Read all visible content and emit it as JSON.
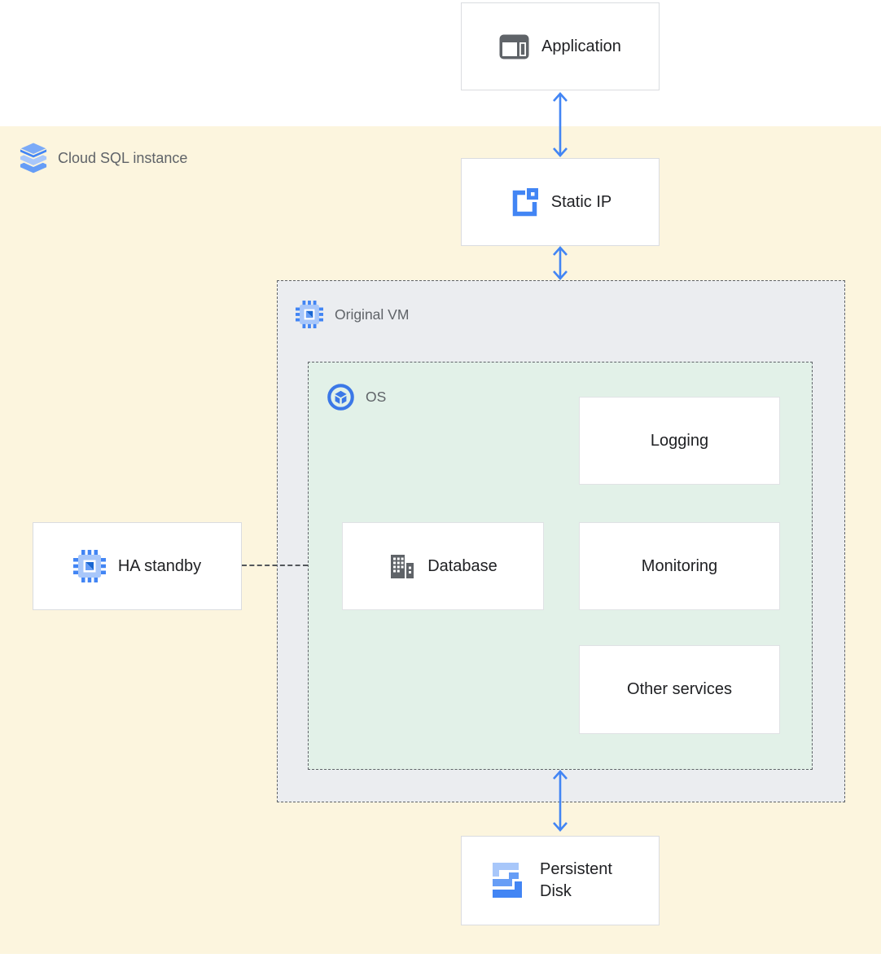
{
  "diagram": {
    "zone": {
      "label": "Cloud SQL instance",
      "icon": "cloud-sql-icon",
      "background": "#FCF5DE"
    },
    "nodes": {
      "application": {
        "label": "Application",
        "icon": "application-window-icon"
      },
      "static_ip": {
        "label": "Static IP",
        "icon": "static-ip-icon"
      },
      "original_vm": {
        "label": "Original VM",
        "icon": "compute-engine-icon",
        "fill": "#EBEDF0",
        "border": "dashed"
      },
      "os": {
        "label": "OS",
        "icon": "os-icon",
        "fill": "#E2F1E8",
        "border": "dashed"
      },
      "logging": {
        "label": "Logging"
      },
      "database": {
        "label": "Database",
        "icon": "database-building-icon"
      },
      "monitoring": {
        "label": "Monitoring"
      },
      "other_services": {
        "label": "Other services"
      },
      "ha_standby": {
        "label": "HA standby",
        "icon": "compute-engine-icon"
      },
      "persistent_disk": {
        "label": "Persistent Disk",
        "icon": "persistent-disk-icon"
      }
    },
    "connections": [
      {
        "from": "application",
        "to": "static_ip",
        "type": "bidirectional-arrow"
      },
      {
        "from": "static_ip",
        "to": "original_vm",
        "type": "bidirectional-arrow"
      },
      {
        "from": "os",
        "to": "persistent_disk",
        "type": "bidirectional-arrow"
      },
      {
        "from": "ha_standby",
        "to": "os",
        "type": "dashed-line"
      }
    ],
    "colors": {
      "arrow_blue": "#4285F4",
      "icon_blue_dark": "#1967D2",
      "icon_blue": "#4285F4",
      "icon_blue_medium": "#669DF6",
      "icon_blue_light": "#A8C7FA",
      "icon_gray": "#5F6368",
      "zone_background": "#FCF5DE",
      "vm_fill": "#EBEDF0",
      "os_fill": "#E2F1E8",
      "box_border": "#DADCE0",
      "dashed_border": "#5F6368",
      "label_gray": "#5F6368",
      "text_dark": "#202124"
    }
  }
}
